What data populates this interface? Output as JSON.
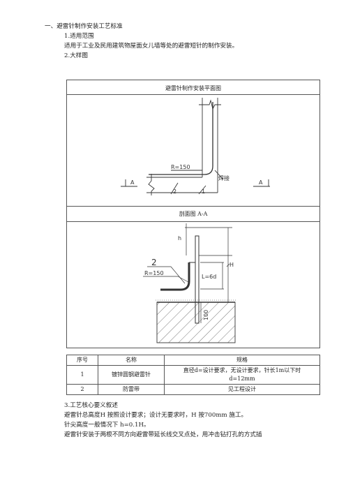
{
  "heading": "一、避雷针制作安装工艺标准",
  "sec1": {
    "title": "1.适用范围",
    "text": "适用于工业及民用建筑物屋面女儿墙等处的避雷短针的制作安装。"
  },
  "sec2": {
    "title": "2.大样图"
  },
  "plan": {
    "caption": "避雷针制作安装平面图",
    "r_label": "R=150",
    "weld_label": "焊接",
    "section_mark": "A",
    "callout_1": "1",
    "callout_2": "2"
  },
  "section": {
    "caption": "剖面图 A-A",
    "h_label": "h",
    "H_label": "H",
    "callout_2": "2",
    "r_label": "R=150",
    "l_label": "L=6d",
    "dim_100": "100"
  },
  "table": {
    "headers": [
      "序号",
      "名称",
      "规格"
    ],
    "rows": [
      {
        "no": "1",
        "name": "镀锌圆钢避雷针",
        "spec_line1": "直径d=设计要求，无设计要求，针长1m以下时",
        "spec_line2": "d=12mm"
      },
      {
        "no": "2",
        "name": "防雷带",
        "spec_line1": "见工程设计",
        "spec_line2": ""
      }
    ]
  },
  "sec3": {
    "title": "3.工艺核心要义叙述",
    "lines": [
      "避雷针总高度H 按照设计要求；设计无要求时，H 按700mm 施工。",
      "针尖高度一般情况下 h=0.1H。",
      "避雷针安装于两根不同方向避雷带延长线交叉点处，用冲击钻打孔的方式插"
    ]
  }
}
